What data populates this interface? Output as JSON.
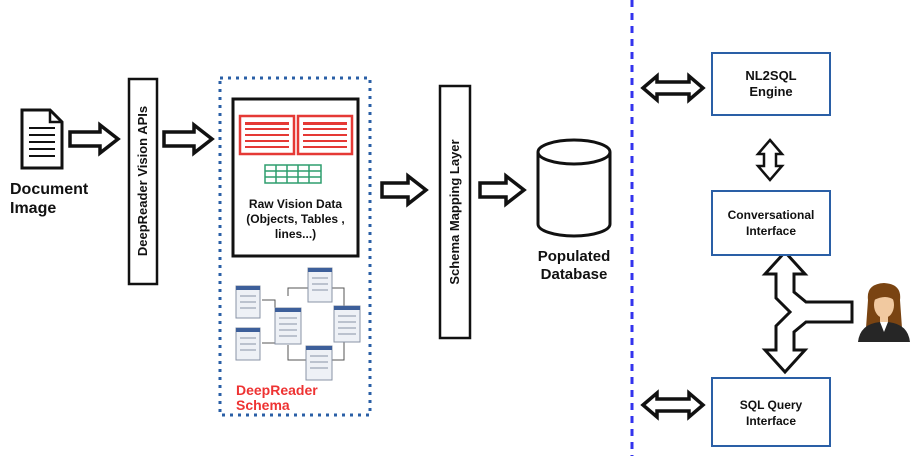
{
  "document": {
    "label_line1": "Document",
    "label_line2": "Image"
  },
  "vision_apis": {
    "label": "DeepReader Vision APIs"
  },
  "raw_vision": {
    "line1": "Raw Vision  Data",
    "line2": "(Objects, Tables ,",
    "line3": "lines...)"
  },
  "schema": {
    "line1": "DeepReader",
    "line2": "Schema",
    "color": "#ee3333"
  },
  "mapping_layer": {
    "label": "Schema Mapping Layer"
  },
  "database": {
    "line1": "Populated",
    "line2": "Database"
  },
  "nl2sql": {
    "line1": "NL2SQL",
    "line2": "Engine"
  },
  "conversational": {
    "line1": "Conversational",
    "line2": "Interface"
  },
  "sql_query": {
    "line1": "SQL Query",
    "line2": "Interface"
  },
  "colors": {
    "box_border": "#2a5fa6",
    "divider": "#3333ee",
    "dotted_border": "#2a5fa6",
    "table_red": "#e53935",
    "table_green": "#2e9e6e"
  }
}
